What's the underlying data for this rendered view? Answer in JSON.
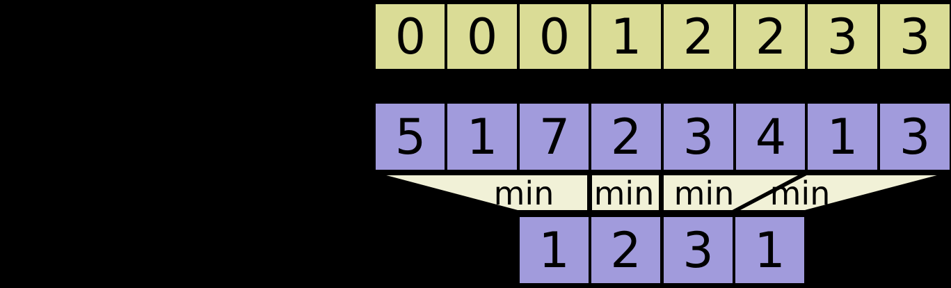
{
  "colors": {
    "background": "#000000",
    "border": "#000000",
    "text": "#000000",
    "block_index_fill": "#dadc96",
    "array_fill": "#a19bdc",
    "min_shape_fill": "#f1f1d7"
  },
  "diagram": {
    "block_index_row": [
      "0",
      "0",
      "0",
      "1",
      "2",
      "2",
      "3",
      "3"
    ],
    "array_row": [
      "5",
      "1",
      "7",
      "2",
      "3",
      "4",
      "1",
      "3"
    ],
    "min_labels": [
      "min",
      "min",
      "min",
      "min"
    ],
    "block_minima_row": [
      "1",
      "2",
      "3",
      "1"
    ]
  }
}
